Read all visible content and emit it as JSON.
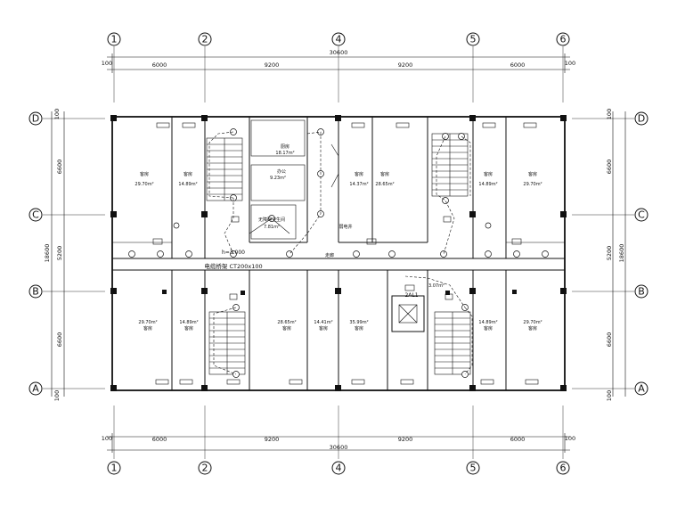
{
  "axes": {
    "columns": [
      "1",
      "2",
      "4",
      "5",
      "6"
    ],
    "rows": [
      "D",
      "C",
      "B",
      "A"
    ]
  },
  "dimensions": {
    "top_segments": [
      "6000",
      "9200",
      "9200",
      "6000"
    ],
    "top_total": "30600",
    "edge_offset": "100",
    "side_segments": [
      "6600",
      "5200",
      "6600"
    ],
    "side_total": "18600",
    "side_offset": "100"
  },
  "rooms": {
    "top_left_1": {
      "area": "29.70m²",
      "name": "客房"
    },
    "top_left_2": {
      "area": "14.89m²",
      "name": "客房"
    },
    "kitchen": {
      "name": "厨房",
      "area": "18.17m²"
    },
    "office": {
      "name": "办公",
      "area": "9.23m²"
    },
    "restroom": {
      "name": "无障碍卫生间",
      "area": "7.81m²"
    },
    "top_mid_1": {
      "area": "14.37m²",
      "name": "客房"
    },
    "top_mid_2": {
      "area": "28.65m²",
      "name": "客房"
    },
    "top_right_1": {
      "area": "14.89m²",
      "name": "客房"
    },
    "top_right_2": {
      "area": "29.70m²",
      "name": "客房"
    },
    "bot_left_1": {
      "area": "29.70m²",
      "name": "客房"
    },
    "bot_left_2": {
      "area": "14.89m²",
      "name": "客房"
    },
    "bot_mid_1": {
      "area": "28.65m²",
      "name": "客房"
    },
    "bot_mid_2": {
      "area": "14.41m²",
      "name": "客房"
    },
    "bot_mid_3": {
      "area": "35.99m²",
      "name": "客房"
    },
    "bot_right_1": {
      "area": "14.89m²",
      "name": "客房"
    },
    "bot_right_2": {
      "area": "29.70m²",
      "name": "客房"
    },
    "lift_lobby": {
      "area": "3.07m²"
    }
  },
  "labels": {
    "corridor": "走廊",
    "tray": "电缆桥架 CT200x100",
    "height": "h=3.000",
    "storage": "弱电井",
    "panel": "2AL1"
  },
  "colors": {
    "line": "#111111",
    "background": "#ffffff"
  }
}
